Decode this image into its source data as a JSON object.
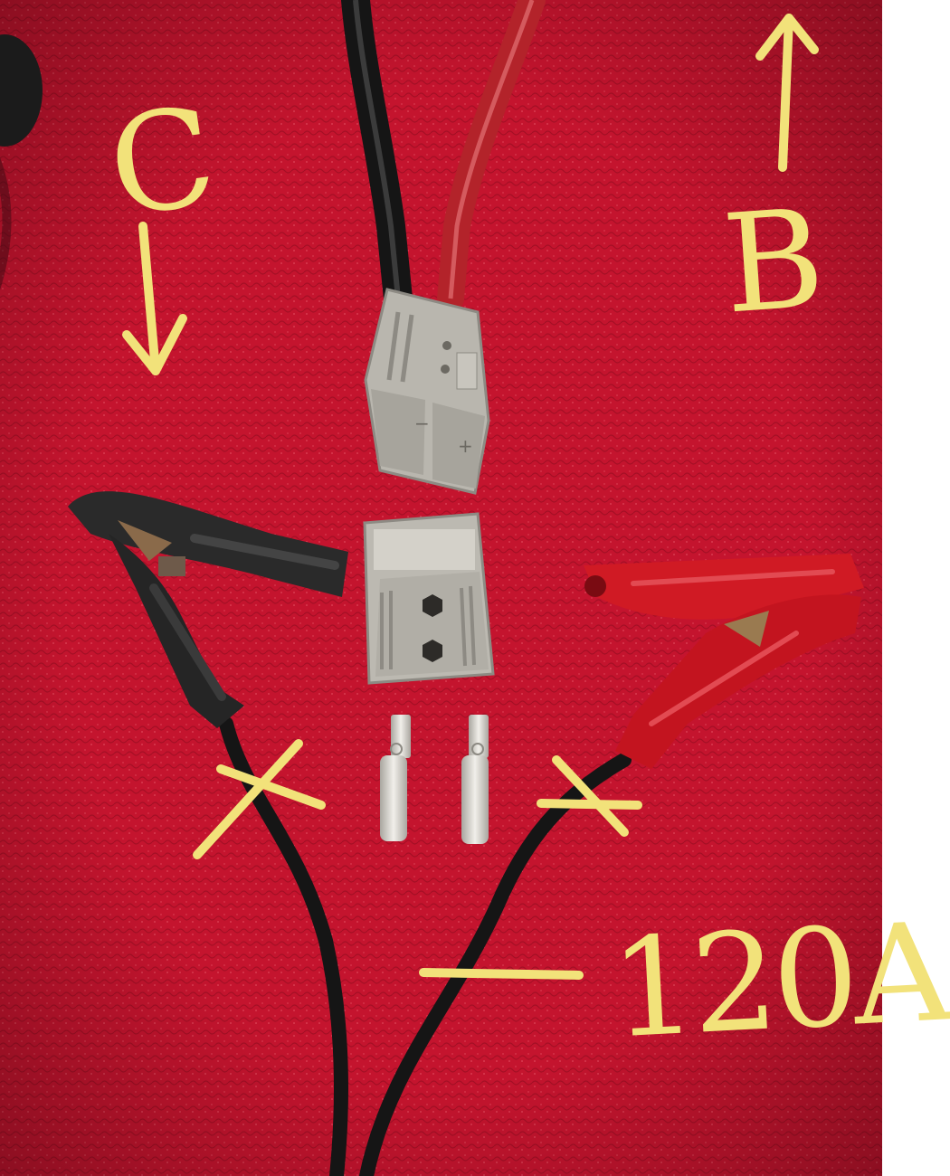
{
  "annotations": {
    "c": "C",
    "b": "B",
    "current": "120A"
  },
  "colors": {
    "carpet": "#c4142e",
    "carpet_dark": "#8f0c20",
    "ink": "#f2e27a",
    "connector_grey": "#b9b6ae",
    "clamp_red": "#d01a24",
    "clamp_black": "#2a2a2a",
    "cable_black": "#151515",
    "cable_red": "#b3232a",
    "contact_silver": "#d9d6cf"
  }
}
